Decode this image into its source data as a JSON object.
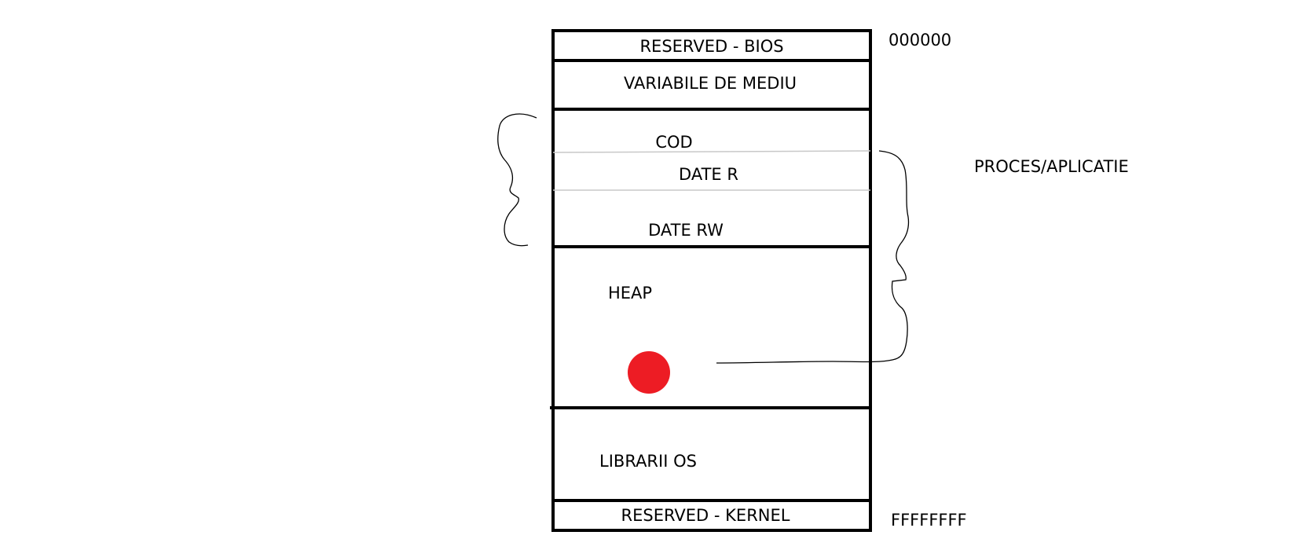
{
  "diagram": {
    "segments": {
      "reserved_bios": "RESERVED - BIOS",
      "variabile_de_mediu": "VARIABILE DE MEDIU",
      "cod": "COD",
      "date_r": "DATE R",
      "date_rw": "DATE RW",
      "heap": "HEAP",
      "librarii_os": "LIBRARII OS",
      "reserved_kernel": "RESERVED - KERNEL"
    },
    "addresses": {
      "start": "000000",
      "end": "FFFFFFFF"
    },
    "annotation": "PROCES/APLICATIE",
    "colors": {
      "line": "#000000",
      "thin_divider": "#c8c8c8",
      "marker": "#ed1c24",
      "background": "#ffffff"
    }
  }
}
